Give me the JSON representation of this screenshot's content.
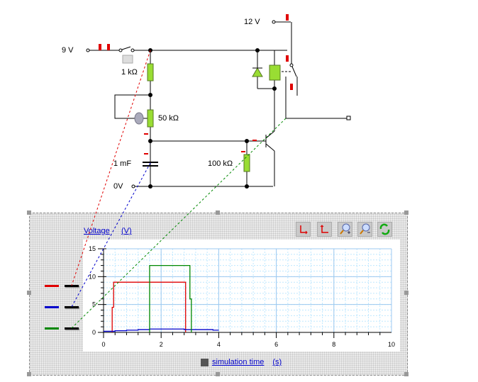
{
  "circuit": {
    "supply_9v": "9 V",
    "supply_12v": "12 V",
    "ground": "0V",
    "r1": "1 kΩ",
    "pot": "50 kΩ",
    "cap": "1 mF",
    "r2": "100 kΩ"
  },
  "scope": {
    "y_label": "Voltage",
    "y_unit": "(V)",
    "x_label": "simulation time",
    "x_unit": "(s)",
    "toolbar": [
      {
        "name": "zoom-x-axis-button",
        "icon": "axis-x-icon"
      },
      {
        "name": "zoom-y-axis-button",
        "icon": "axis-y-icon"
      },
      {
        "name": "zoom-in-button",
        "icon": "zoom-in-icon"
      },
      {
        "name": "zoom-out-button",
        "icon": "zoom-out-icon"
      },
      {
        "name": "refresh-button",
        "icon": "refresh-icon"
      }
    ],
    "probes": [
      {
        "color": "#e00000"
      },
      {
        "color": "#0000cc"
      },
      {
        "color": "#008800"
      }
    ]
  },
  "chart_data": {
    "type": "line",
    "title": "",
    "xlabel": "simulation time (s)",
    "ylabel": "Voltage (V)",
    "xlim": [
      0,
      10
    ],
    "ylim": [
      0,
      15
    ],
    "x_ticks": [
      "0",
      "2",
      "4",
      "6",
      "8",
      "10"
    ],
    "y_ticks": [
      "0",
      "5",
      "10",
      "15"
    ],
    "grid": true,
    "series": [
      {
        "name": "red probe",
        "color": "#e00000",
        "points": [
          [
            0.3,
            0
          ],
          [
            0.3,
            4.5
          ],
          [
            0.35,
            4.5
          ],
          [
            0.35,
            9
          ],
          [
            2.85,
            9
          ],
          [
            2.85,
            0
          ]
        ]
      },
      {
        "name": "blue probe",
        "color": "#0000cc",
        "points": [
          [
            0,
            0.2
          ],
          [
            0.4,
            0.2
          ],
          [
            0.4,
            0.3
          ],
          [
            0.8,
            0.3
          ],
          [
            0.8,
            0.4
          ],
          [
            1.2,
            0.4
          ],
          [
            1.2,
            0.5
          ],
          [
            1.6,
            0.5
          ],
          [
            1.6,
            0.6
          ],
          [
            2.0,
            0.6
          ],
          [
            2.8,
            0.6
          ],
          [
            2.8,
            0.5
          ],
          [
            3.8,
            0.5
          ],
          [
            3.8,
            0.4
          ],
          [
            4.0,
            0.4
          ]
        ]
      },
      {
        "name": "green probe",
        "color": "#008800",
        "points": [
          [
            1.6,
            0
          ],
          [
            1.6,
            12
          ],
          [
            3.0,
            12
          ],
          [
            3.0,
            6
          ],
          [
            3.05,
            6
          ],
          [
            3.05,
            0
          ]
        ]
      }
    ]
  }
}
